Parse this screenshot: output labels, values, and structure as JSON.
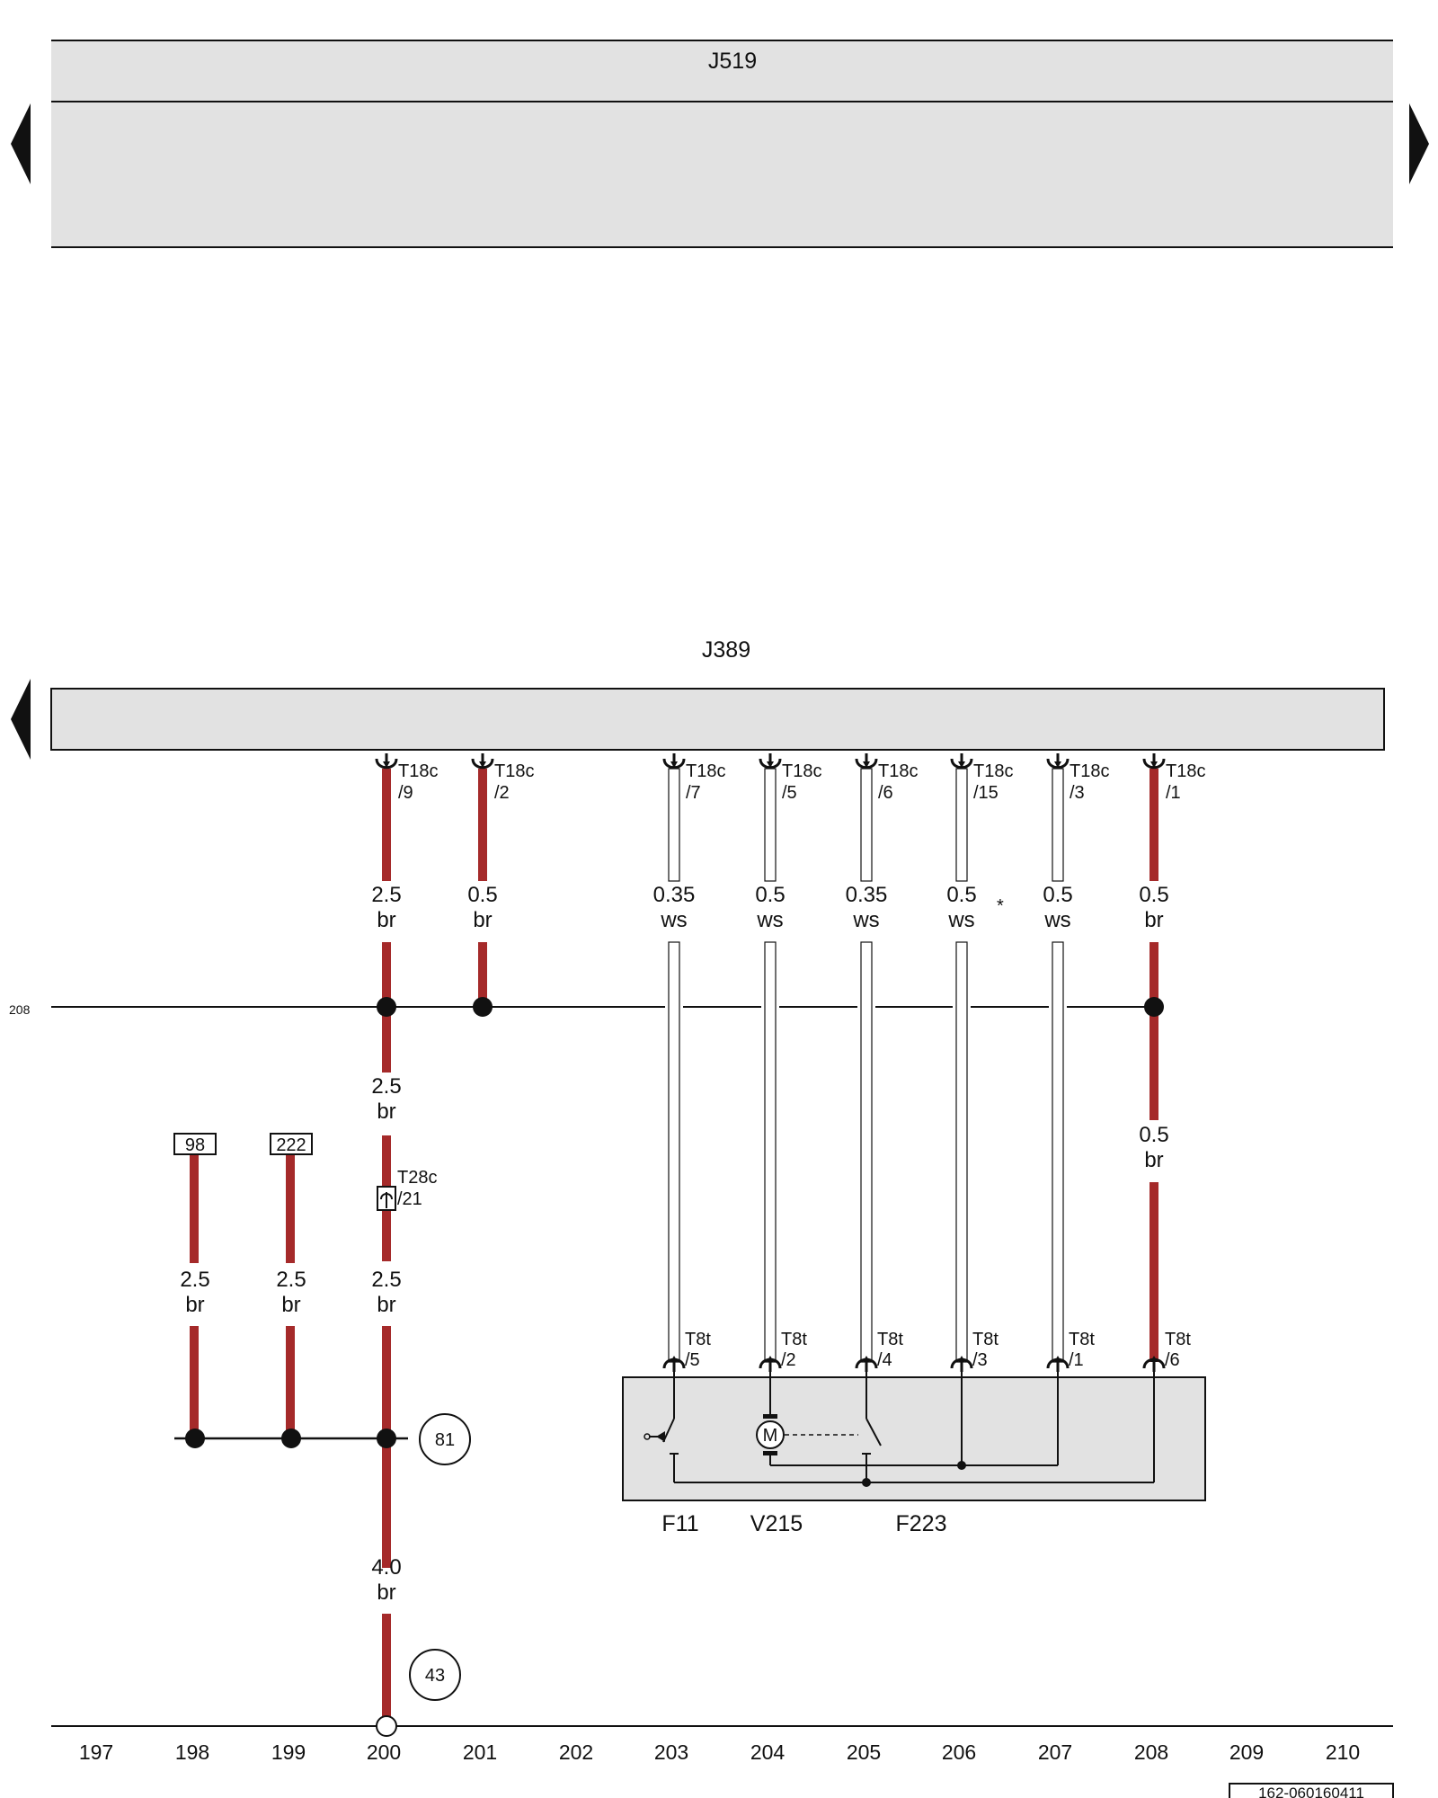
{
  "components": {
    "top_unit": "J519",
    "mid_unit": "J389",
    "motor_symbol": "M",
    "sub_labels": [
      "F11",
      "V215",
      "F223"
    ]
  },
  "side_ref": "208",
  "note_marker": "*",
  "upper_connectors": [
    {
      "plug": "T18c",
      "pin": "/9"
    },
    {
      "plug": "T18c",
      "pin": "/2"
    },
    {
      "plug": "T18c",
      "pin": "/7"
    },
    {
      "plug": "T18c",
      "pin": "/5"
    },
    {
      "plug": "T18c",
      "pin": "/6"
    },
    {
      "plug": "T18c",
      "pin": "/15"
    },
    {
      "plug": "T18c",
      "pin": "/3"
    },
    {
      "plug": "T18c",
      "pin": "/1"
    }
  ],
  "upper_wires": [
    {
      "size": "2.5",
      "color_code": "br"
    },
    {
      "size": "0.5",
      "color_code": "br"
    },
    {
      "size": "0.35",
      "color_code": "ws"
    },
    {
      "size": "0.5",
      "color_code": "ws"
    },
    {
      "size": "0.35",
      "color_code": "ws"
    },
    {
      "size": "0.5",
      "color_code": "ws"
    },
    {
      "size": "0.5",
      "color_code": "ws"
    },
    {
      "size": "0.5",
      "color_code": "br"
    }
  ],
  "lower_connectors": [
    {
      "plug": "T8t",
      "pin": "/5"
    },
    {
      "plug": "T8t",
      "pin": "/2"
    },
    {
      "plug": "T8t",
      "pin": "/4"
    },
    {
      "plug": "T8t",
      "pin": "/3"
    },
    {
      "plug": "T8t",
      "pin": "/1"
    },
    {
      "plug": "T8t",
      "pin": "/6"
    }
  ],
  "inline_connector": {
    "plug": "T28c",
    "pin": "/21"
  },
  "wire_labels": {
    "col200_mid": {
      "size": "2.5",
      "color_code": "br"
    },
    "col200_low": {
      "size": "2.5",
      "color_code": "br"
    },
    "col198": {
      "size": "2.5",
      "color_code": "br"
    },
    "col199": {
      "size": "2.5",
      "color_code": "br"
    },
    "col208_low": {
      "size": "0.5",
      "color_code": "br"
    },
    "col200_bottom": {
      "size": "4.0",
      "color_code": "br"
    }
  },
  "ref_boxes": [
    "98",
    "222"
  ],
  "ground_points": [
    "81",
    "43"
  ],
  "columns": [
    "197",
    "198",
    "199",
    "200",
    "201",
    "202",
    "203",
    "204",
    "205",
    "206",
    "207",
    "208",
    "209",
    "210"
  ],
  "doc_id": "162-060160411",
  "colors": {
    "brown_wire": "#a52a2a",
    "white_wire": "#ffffff",
    "component_fill": "#e2e2e2",
    "line": "#111111"
  }
}
